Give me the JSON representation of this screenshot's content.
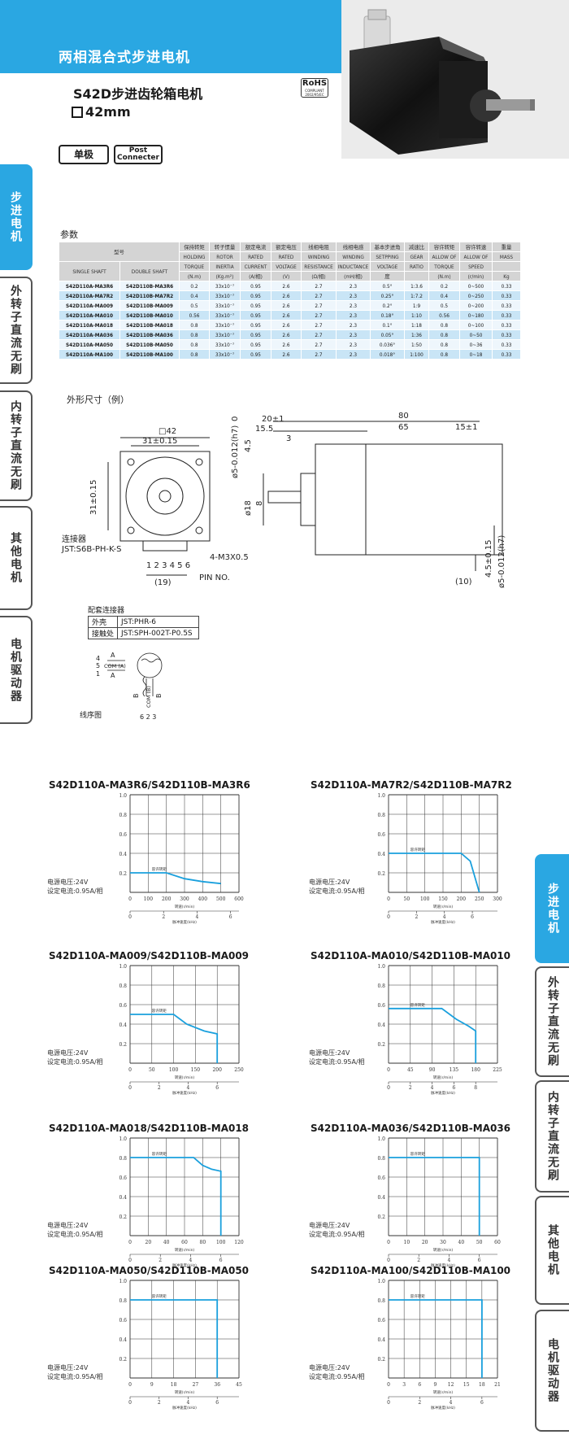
{
  "header": {
    "category_title": "两相混合式步进电机",
    "model_title": "S42D步进齿轮箱电机",
    "size": "42mm",
    "rohs_main": "RoHS",
    "rohs_sub": "COMPLIANT 2002/95/EC",
    "tag_polar": "单极",
    "tag_post_1": "Post",
    "tag_post_2": "Connecter"
  },
  "nav_left": [
    {
      "label": "步进电机",
      "active": true
    },
    {
      "label": "外转子直流无刷",
      "active": false
    },
    {
      "label": "内转子直流无刷",
      "active": false
    },
    {
      "label": "其他电机",
      "active": false
    },
    {
      "label": "电机驱动器",
      "active": false
    }
  ],
  "nav_right": [
    {
      "label": "步进电机",
      "active": true
    },
    {
      "label": "外转子直流无刷",
      "active": false
    },
    {
      "label": "内转子直流无刷",
      "active": false
    },
    {
      "label": "其他电机",
      "active": false
    },
    {
      "label": "电机驱动器",
      "active": false
    }
  ],
  "params_label": "参数",
  "spec_table": {
    "model_header": "型号",
    "single_shaft": "SINGLE SHAFT",
    "double_shaft": "DOUBLE SHAFT",
    "columns": [
      {
        "cn": "保持转矩",
        "en": "HOLDING",
        "en2": "TORQUE",
        "unit": "(N.m)"
      },
      {
        "cn": "转子惯量",
        "en": "ROTOR",
        "en2": "INERTIA",
        "unit": "(Kg.m²)"
      },
      {
        "cn": "额定电流",
        "en": "RATED",
        "en2": "CURRENT",
        "unit": "(A/相)"
      },
      {
        "cn": "额定电压",
        "en": "RATED",
        "en2": "VOLTAGE",
        "unit": "(V)"
      },
      {
        "cn": "线相电阻",
        "en": "WINDING",
        "en2": "RESISTANCE",
        "unit": "(Ω/相)"
      },
      {
        "cn": "线相电感",
        "en": "WINDING",
        "en2": "INDUCTANCE",
        "unit": "(mH/相)"
      },
      {
        "cn": "基本步进角",
        "en": "SETPPING",
        "en2": "VOLTAGE",
        "unit": "度"
      },
      {
        "cn": "减速比",
        "en": "GEAR",
        "en2": "RATIO",
        "unit": ""
      },
      {
        "cn": "容许转矩",
        "en": "ALLOW OF",
        "en2": "TORQUE",
        "unit": "(N.m)"
      },
      {
        "cn": "容许转速",
        "en": "ALLOW OF",
        "en2": "SPEED",
        "unit": "(r/min)"
      },
      {
        "cn": "重量",
        "en": "MASS",
        "en2": "",
        "unit": "Kg"
      }
    ],
    "rows": [
      [
        "S42D110A-MA3R6",
        "S42D110B-MA3R6",
        "0.2",
        "33x10⁻⁷",
        "0.95",
        "2.6",
        "2.7",
        "2.3",
        "0.5°",
        "1:3.6",
        "0.2",
        "0~500",
        "0.33"
      ],
      [
        "S42D110A-MA7R2",
        "S42D110B-MA7R2",
        "0.4",
        "33x10⁻⁷",
        "0.95",
        "2.6",
        "2.7",
        "2.3",
        "0.25°",
        "1:7.2",
        "0.4",
        "0~250",
        "0.33"
      ],
      [
        "S42D110A-MA009",
        "S42D110B-MA009",
        "0.5",
        "33x10⁻⁷",
        "0.95",
        "2.6",
        "2.7",
        "2.3",
        "0.2°",
        "1:9",
        "0.5",
        "0~200",
        "0.33"
      ],
      [
        "S42D110A-MA010",
        "S42D110B-MA010",
        "0.56",
        "33x10⁻⁷",
        "0.95",
        "2.6",
        "2.7",
        "2.3",
        "0.18°",
        "1:10",
        "0.56",
        "0~180",
        "0.33"
      ],
      [
        "S42D110A-MA018",
        "S42D110B-MA018",
        "0.8",
        "33x10⁻⁷",
        "0.95",
        "2.6",
        "2.7",
        "2.3",
        "0.1°",
        "1:18",
        "0.8",
        "0~100",
        "0.33"
      ],
      [
        "S42D110A-MA036",
        "S42D110B-MA036",
        "0.8",
        "33x10⁻⁷",
        "0.95",
        "2.6",
        "2.7",
        "2.3",
        "0.05°",
        "1:36",
        "0.8",
        "0~50",
        "0.33"
      ],
      [
        "S42D110A-MA050",
        "S42D110B-MA050",
        "0.8",
        "33x10⁻⁷",
        "0.95",
        "2.6",
        "2.7",
        "2.3",
        "0.036°",
        "1:50",
        "0.8",
        "0~36",
        "0.33"
      ],
      [
        "S42D110A-MA100",
        "S42D110B-MA100",
        "0.8",
        "33x10⁻⁷",
        "0.95",
        "2.6",
        "2.7",
        "2.3",
        "0.018°",
        "1:100",
        "0.8",
        "0~18",
        "0.33"
      ]
    ]
  },
  "dims_label": "外形尺寸（例）",
  "drawing": {
    "flange": "□42",
    "hole_spacing": "31±0.15",
    "hole_spacing_v": "31±0.15",
    "connector": "连接器",
    "connector_type": "JST:S6B-PH-K-S",
    "pins": "1 2 3 4 5 6",
    "pin_width": "(19)",
    "pin_no": "PIN NO.",
    "screw": "4-M3X0.5",
    "shaft_dia": "ø5-0.012(h7)",
    "shaft_dia_prefix": "0",
    "flat": "4.5",
    "boss": "ø18",
    "len_20": "20±1",
    "len_80": "80",
    "len_15_5": "15.5",
    "len_65": "65",
    "len_15": "15±1",
    "len_3": "3",
    "dim_8": "8",
    "right_v": "4.5±0.15",
    "right_dia": "ø5-0.012(h7)",
    "right_10": "(10)"
  },
  "connector_table": {
    "title": "配套连接器",
    "rows": [
      [
        "外壳",
        "JST:PHR-6"
      ],
      [
        "接触处",
        "JST:SPH-002T-P0.5S"
      ]
    ]
  },
  "wiring": {
    "label": "线序图",
    "a": "A",
    "com_a": "COM (A)",
    "a_bar": "A",
    "b": "B",
    "com_b": "COM (B)",
    "b_bar": "B",
    "p4": "4",
    "p5": "5",
    "p1": "1",
    "bottom": "6 2 3"
  },
  "chart_common": {
    "note_voltage": "电源电压:24V",
    "note_current": "设定电流:0.95A/相",
    "x_label": "转速(r/min)",
    "x2_label": "脉冲速度(kHz)",
    "curve_label": "容许转矩"
  },
  "chart_data": [
    {
      "type": "line",
      "title": "S42D110A-MA3R6/S42D110B-MA3R6",
      "x": [
        0,
        100,
        200,
        300,
        400,
        500
      ],
      "y": [
        0.2,
        0.2,
        0.2,
        0.14,
        0.11,
        0.09
      ],
      "xlim": [
        0,
        600
      ],
      "xticks": [
        "0",
        "100",
        "200",
        "300",
        "400",
        "500",
        "600"
      ],
      "ylim": [
        0,
        1.0
      ],
      "yticks": [
        "0.2",
        "0.4",
        "0.6",
        "0.8",
        "1.0"
      ],
      "x2ticks": [
        "0",
        "2",
        "4",
        "6"
      ],
      "x2max": 6.5,
      "drop": false
    },
    {
      "type": "line",
      "title": "S42D110A-MA7R2/S42D110B-MA7R2",
      "x": [
        0,
        200,
        225,
        250
      ],
      "y": [
        0.4,
        0.4,
        0.32,
        0.0
      ],
      "xlim": [
        0,
        300
      ],
      "xticks": [
        "0",
        "50",
        "100",
        "150",
        "200",
        "250",
        "300"
      ],
      "ylim": [
        0,
        1.0
      ],
      "yticks": [
        "0.2",
        "0.4",
        "0.6",
        "0.8",
        "1.0"
      ],
      "x2ticks": [
        "0",
        "2",
        "4",
        "6"
      ],
      "x2max": 7.8,
      "drop": false
    },
    {
      "type": "line",
      "title": "S42D110A-MA009/S42D110B-MA009",
      "x": [
        0,
        100,
        130,
        170,
        200,
        200
      ],
      "y": [
        0.5,
        0.5,
        0.4,
        0.33,
        0.3,
        0.0
      ],
      "xlim": [
        0,
        250
      ],
      "xticks": [
        "0",
        "50",
        "100",
        "150",
        "200",
        "250"
      ],
      "ylim": [
        0,
        1.0
      ],
      "yticks": [
        "0.2",
        "0.4",
        "0.6",
        "0.8",
        "1.0"
      ],
      "x2ticks": [
        "0",
        "2",
        "4",
        "6"
      ],
      "x2max": 7.5,
      "drop": false
    },
    {
      "type": "line",
      "title": "S42D110A-MA010/S42D110B-MA010",
      "x": [
        0,
        110,
        140,
        165,
        180,
        180
      ],
      "y": [
        0.56,
        0.56,
        0.45,
        0.38,
        0.33,
        0.0
      ],
      "xlim": [
        0,
        225
      ],
      "xticks": [
        "0",
        "45",
        "90",
        "135",
        "180",
        "225"
      ],
      "ylim": [
        0,
        1.0
      ],
      "yticks": [
        "0.2",
        "0.4",
        "0.6",
        "0.8",
        "1.0"
      ],
      "x2ticks": [
        "0",
        "2",
        "4",
        "6",
        "8"
      ],
      "x2max": 10,
      "drop": false
    },
    {
      "type": "line",
      "title": "S42D110A-MA018/S42D110B-MA018",
      "x": [
        0,
        70,
        80,
        90,
        100,
        100
      ],
      "y": [
        0.8,
        0.8,
        0.72,
        0.68,
        0.66,
        0.0
      ],
      "xlim": [
        0,
        120
      ],
      "xticks": [
        "0",
        "20",
        "40",
        "60",
        "80",
        "100",
        "120"
      ],
      "ylim": [
        0,
        1.0
      ],
      "yticks": [
        "0.2",
        "0.4",
        "0.6",
        "0.8",
        "1.0"
      ],
      "x2ticks": [
        "0",
        "2",
        "4",
        "6"
      ],
      "x2max": 7.2,
      "drop": false
    },
    {
      "type": "line",
      "title": "S42D110A-MA036/S42D110B-MA036",
      "x": [
        0,
        50,
        50
      ],
      "y": [
        0.8,
        0.8,
        0.0
      ],
      "xlim": [
        0,
        60
      ],
      "xticks": [
        "0",
        "10",
        "20",
        "30",
        "40",
        "50",
        "60"
      ],
      "ylim": [
        0,
        1.0
      ],
      "yticks": [
        "0.2",
        "0.4",
        "0.6",
        "0.8",
        "1.0"
      ],
      "x2ticks": [
        "0",
        "2",
        "4",
        "6"
      ],
      "x2max": 7.2,
      "drop": false
    },
    {
      "type": "line",
      "title": "S42D110A-MA050/S42D110B-MA050",
      "x": [
        0,
        36,
        36
      ],
      "y": [
        0.8,
        0.8,
        0.0
      ],
      "xlim": [
        0,
        45
      ],
      "xticks": [
        "0",
        "9",
        "18",
        "27",
        "36",
        "45"
      ],
      "ylim": [
        0,
        1.0
      ],
      "yticks": [
        "0.2",
        "0.4",
        "0.6",
        "0.8",
        "1.0"
      ],
      "x2ticks": [
        "0",
        "2",
        "4",
        "6"
      ],
      "x2max": 7.5,
      "drop": false
    },
    {
      "type": "line",
      "title": "S42D110A-MA100/S42D110B-MA100",
      "x": [
        0,
        18,
        18
      ],
      "y": [
        0.8,
        0.8,
        0.0
      ],
      "xlim": [
        0,
        21
      ],
      "xticks": [
        "0",
        "3",
        "6",
        "9",
        "12",
        "15",
        "18",
        "21"
      ],
      "ylim": [
        0,
        1.0
      ],
      "yticks": [
        "0.2",
        "0.4",
        "0.6",
        "0.8",
        "1.0"
      ],
      "x2ticks": [
        "0",
        "2",
        "4",
        "6"
      ],
      "x2max": 7.0,
      "drop": false
    }
  ],
  "colors": {
    "accent": "#2aa7e2",
    "curve": "#1aa0dd"
  }
}
